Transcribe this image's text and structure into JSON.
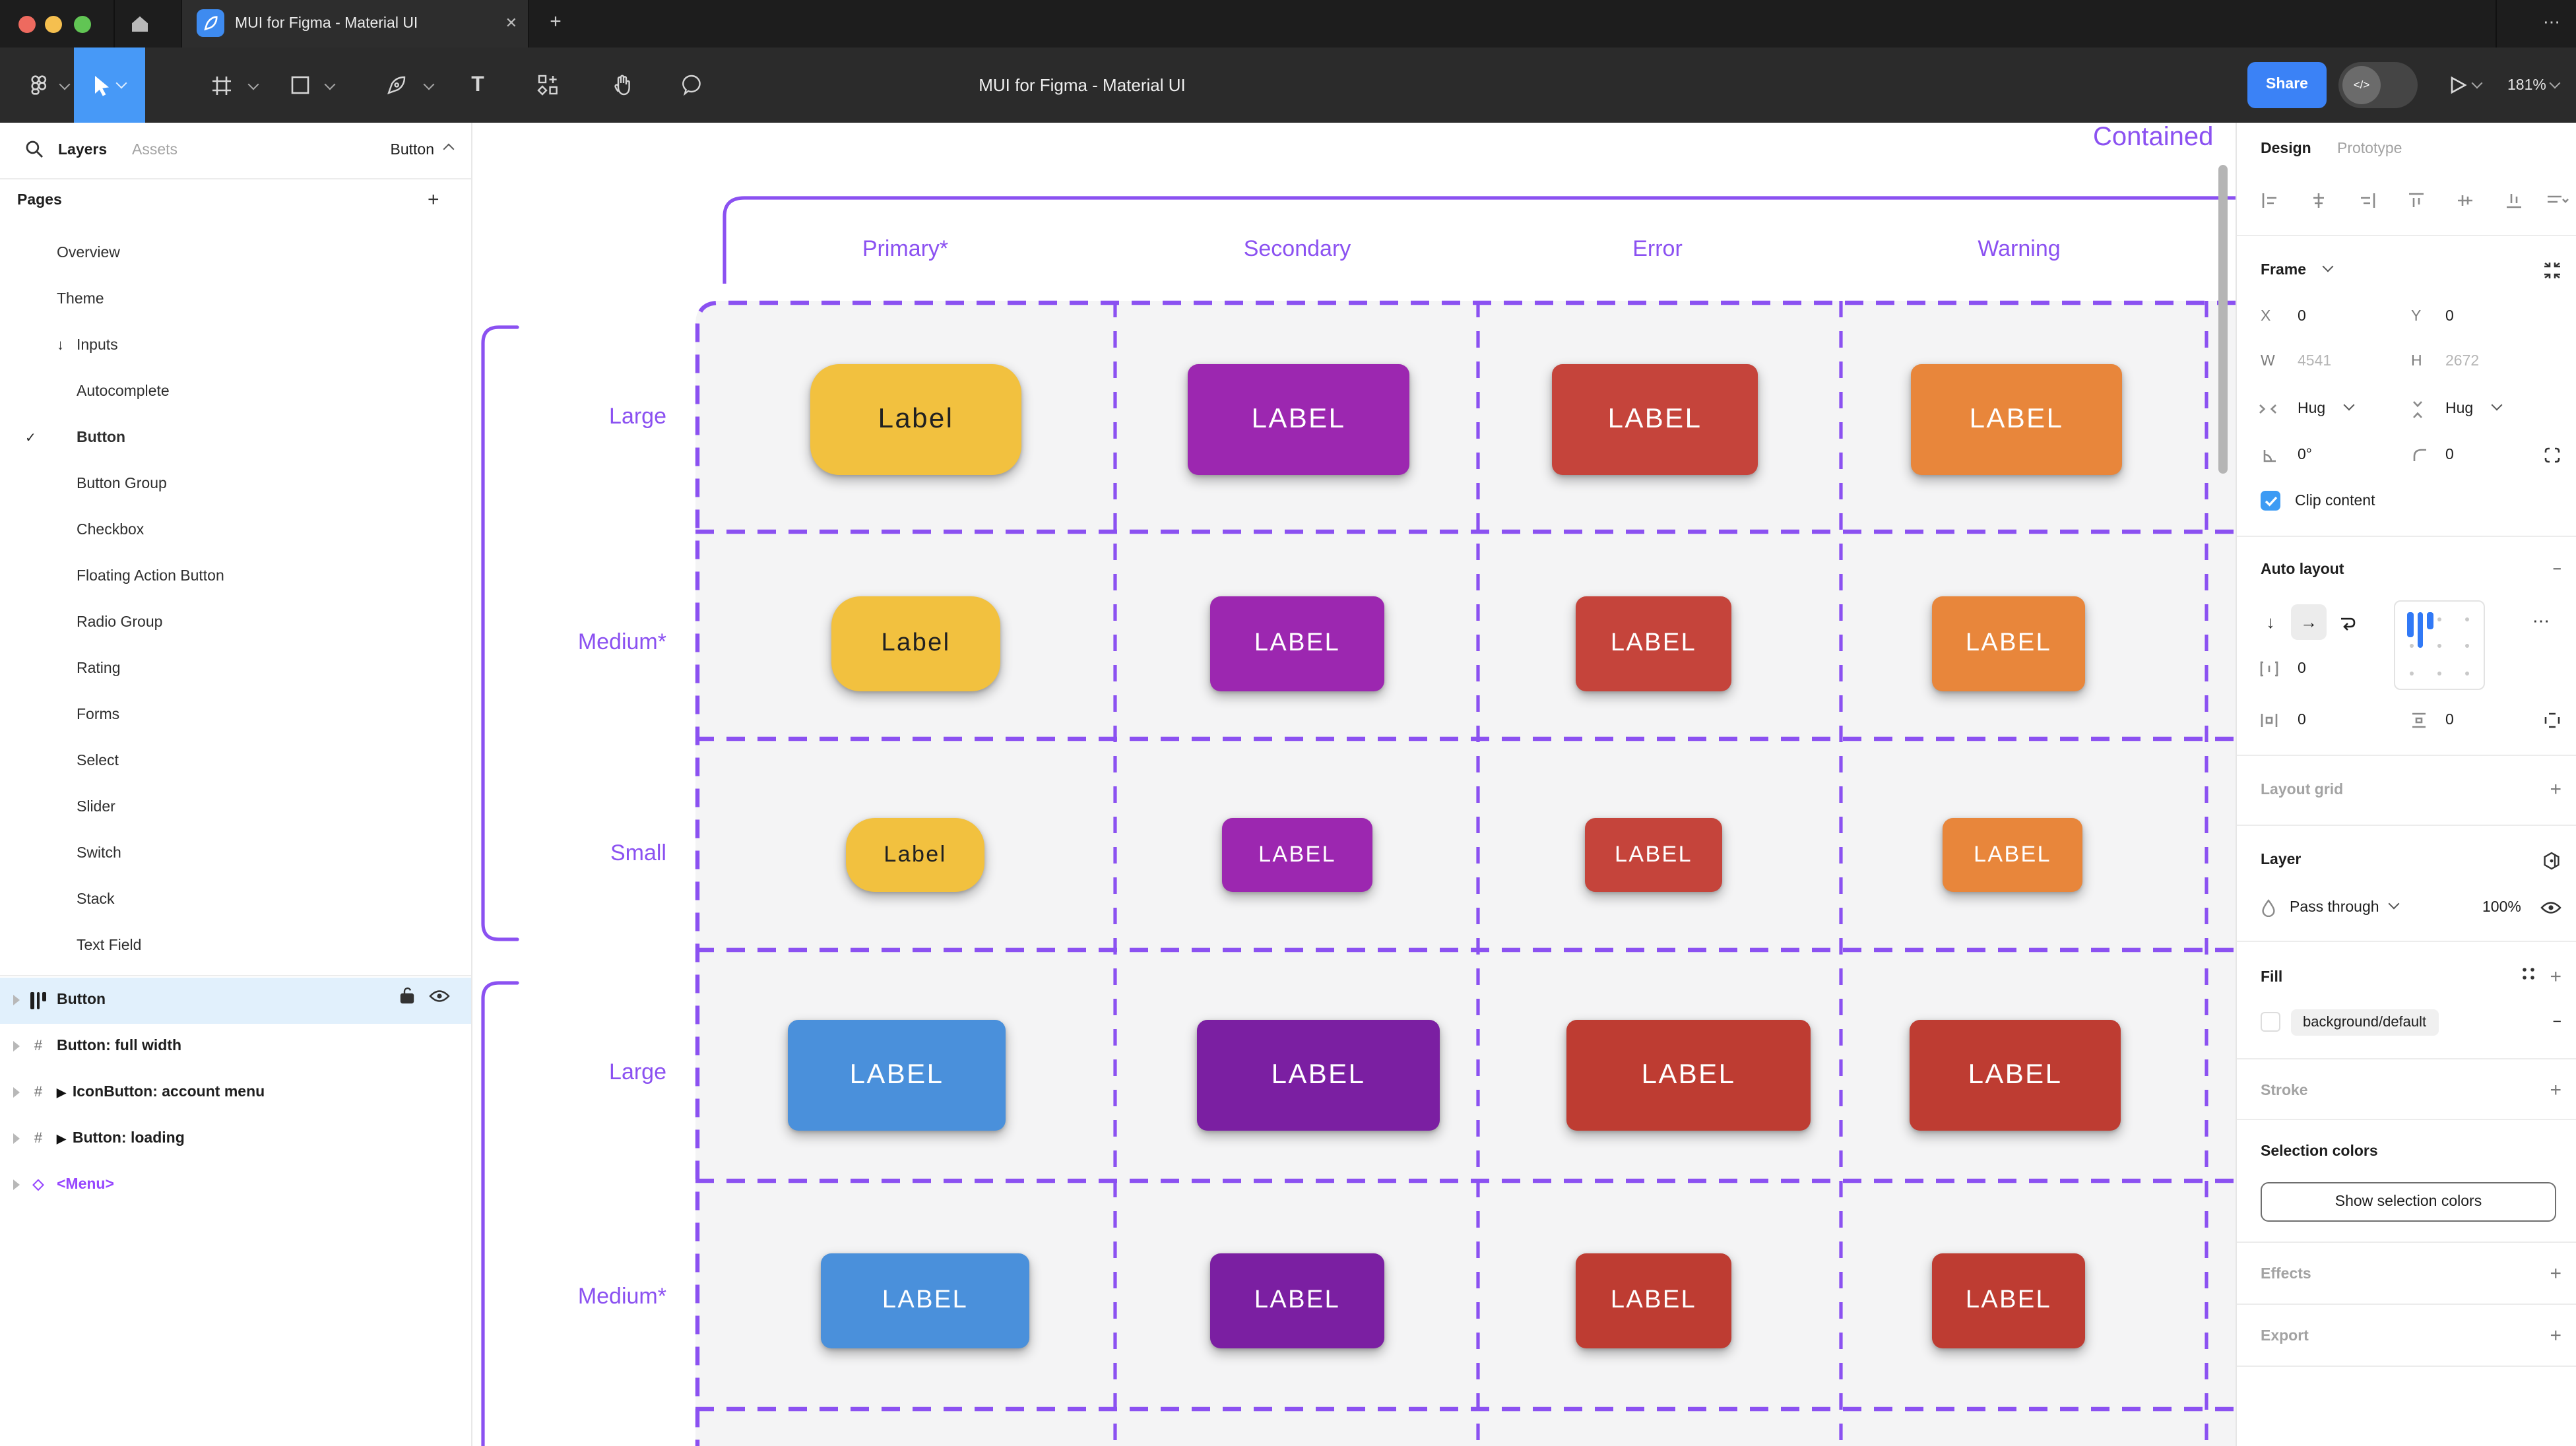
{
  "icons": {
    "plus": "+",
    "minus": "−",
    "close": "✕",
    "more": "⋯",
    "caret_up": "^",
    "check": "✓",
    "play": "▶",
    "arrow_down": "↓",
    "arrow_right": "→",
    "hash": "#",
    "diamond": "◇",
    "dev": "</>",
    "ellipsis": "⋯"
  },
  "window": {
    "tab_title": "MUI for Figma - Material UI"
  },
  "toolbar": {
    "doc_title": "MUI for Figma - Material UI",
    "share_label": "Share",
    "zoom_level": "181%"
  },
  "sidebar": {
    "tabs": {
      "layers": "Layers",
      "assets": "Assets"
    },
    "page_indicator": "Button",
    "pages_header": "Pages",
    "pages": [
      {
        "label": "Overview",
        "indent": 1
      },
      {
        "label": "Theme",
        "indent": 1
      },
      {
        "label": "Inputs",
        "indent": 1,
        "prefix": "↓"
      },
      {
        "label": "Autocomplete",
        "indent": 2
      },
      {
        "label": "Button",
        "indent": 2,
        "checked": true,
        "bold": true
      },
      {
        "label": "Button Group",
        "indent": 2
      },
      {
        "label": "Checkbox",
        "indent": 2
      },
      {
        "label": "Floating Action Button",
        "indent": 2
      },
      {
        "label": "Radio Group",
        "indent": 2
      },
      {
        "label": "Rating",
        "indent": 2
      },
      {
        "label": "Forms",
        "indent": 2
      },
      {
        "label": "Select",
        "indent": 2
      },
      {
        "label": "Slider",
        "indent": 2
      },
      {
        "label": "Switch",
        "indent": 2
      },
      {
        "label": "Stack",
        "indent": 2
      },
      {
        "label": "Text Field",
        "indent": 2
      }
    ],
    "layers": [
      {
        "label": "Button",
        "icon": "auto-layout",
        "selected": true
      },
      {
        "label": "Button: full width",
        "icon": "frame"
      },
      {
        "label": "IconButton: account menu",
        "icon": "frame",
        "play": true
      },
      {
        "label": "Button: loading",
        "icon": "frame",
        "play": true
      },
      {
        "label": "<Menu>",
        "icon": "component",
        "purple": true
      }
    ]
  },
  "canvas": {
    "frame_title": "Contained",
    "columns": [
      "Primary*",
      "Secondary",
      "Error",
      "Warning"
    ],
    "accent": "#8B51F1",
    "rows": [
      {
        "label": "Large",
        "buttons": [
          {
            "text": "Label",
            "bg": "#F2C13F",
            "fg": "#212121"
          },
          {
            "text": "LABEL",
            "bg": "#9C27B0",
            "fg": "#FFFFFF"
          },
          {
            "text": "LABEL",
            "bg": "#C5443B",
            "fg": "#FFFFFF"
          },
          {
            "text": "LABEL",
            "bg": "#E8863B",
            "fg": "#FFFFFF"
          }
        ]
      },
      {
        "label": "Medium*",
        "buttons": [
          {
            "text": "Label",
            "bg": "#F2C13F",
            "fg": "#212121"
          },
          {
            "text": "LABEL",
            "bg": "#9C27B0",
            "fg": "#FFFFFF"
          },
          {
            "text": "LABEL",
            "bg": "#C5443B",
            "fg": "#FFFFFF"
          },
          {
            "text": "LABEL",
            "bg": "#E8863B",
            "fg": "#FFFFFF"
          }
        ]
      },
      {
        "label": "Small",
        "buttons": [
          {
            "text": "Label",
            "bg": "#F2C13F",
            "fg": "#212121"
          },
          {
            "text": "LABEL",
            "bg": "#9C27B0",
            "fg": "#FFFFFF"
          },
          {
            "text": "LABEL",
            "bg": "#C5443B",
            "fg": "#FFFFFF"
          },
          {
            "text": "LABEL",
            "bg": "#E8863B",
            "fg": "#FFFFFF"
          }
        ]
      },
      {
        "label": "Large",
        "buttons": [
          {
            "text": "LABEL",
            "bg": "#4A90DB",
            "fg": "#FFFFFF"
          },
          {
            "text": "LABEL",
            "bg": "#7B1FA2",
            "fg": "#FFFFFF"
          },
          {
            "text": "LABEL",
            "bg": "#BE3C32",
            "fg": "#FFFFFF"
          },
          {
            "text": "LABEL",
            "bg": "#BE3C32",
            "fg": "#FFFFFF"
          }
        ]
      },
      {
        "label": "Medium*",
        "buttons": [
          {
            "text": "LABEL",
            "bg": "#4A90DB",
            "fg": "#FFFFFF"
          },
          {
            "text": "LABEL",
            "bg": "#7B1FA2",
            "fg": "#FFFFFF"
          },
          {
            "text": "LABEL",
            "bg": "#BE3C32",
            "fg": "#FFFFFF"
          },
          {
            "text": "LABEL",
            "bg": "#BE3C32",
            "fg": "#FFFFFF"
          }
        ]
      }
    ]
  },
  "panel": {
    "tabs": {
      "design": "Design",
      "prototype": "Prototype"
    },
    "frame": {
      "title": "Frame",
      "x_label": "X",
      "x": "0",
      "y_label": "Y",
      "y": "0",
      "w_label": "W",
      "w": "4541",
      "h_label": "H",
      "h": "2672",
      "hug_h": "Hug",
      "hug_v": "Hug",
      "rotation": "0°",
      "radius": "0",
      "clip": "Clip content"
    },
    "auto_layout": {
      "title": "Auto layout",
      "gap": "0",
      "pad_h": "0",
      "pad_v": "0"
    },
    "layout_grid": "Layout grid",
    "layer": {
      "title": "Layer",
      "blend": "Pass through",
      "opacity": "100%"
    },
    "fill": {
      "title": "Fill",
      "value": "background/default"
    },
    "stroke": "Stroke",
    "selection_colors": {
      "title": "Selection colors",
      "button": "Show selection colors"
    },
    "effects": "Effects",
    "export": "Export"
  }
}
